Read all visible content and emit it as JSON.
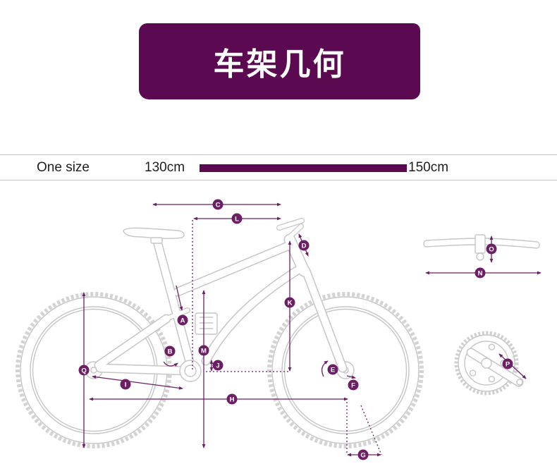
{
  "banner": {
    "title": "车架几何"
  },
  "size_row": {
    "size_name": "One size",
    "rider_height_min": "130cm",
    "rider_height_max": "150cm"
  },
  "colors": {
    "accent": "#5b0a52",
    "dimension": "#6c1f64",
    "drawing": "#c6c6c6",
    "rule": "#c4c4c4"
  },
  "labels": {
    "a": "A",
    "b": "B",
    "c": "C",
    "d": "D",
    "e": "E",
    "f": "F",
    "g": "G",
    "h": "H",
    "i": "I",
    "j": "J",
    "k": "K",
    "l": "L",
    "m": "M",
    "n": "N",
    "o": "O",
    "p": "P",
    "q": "Q"
  }
}
